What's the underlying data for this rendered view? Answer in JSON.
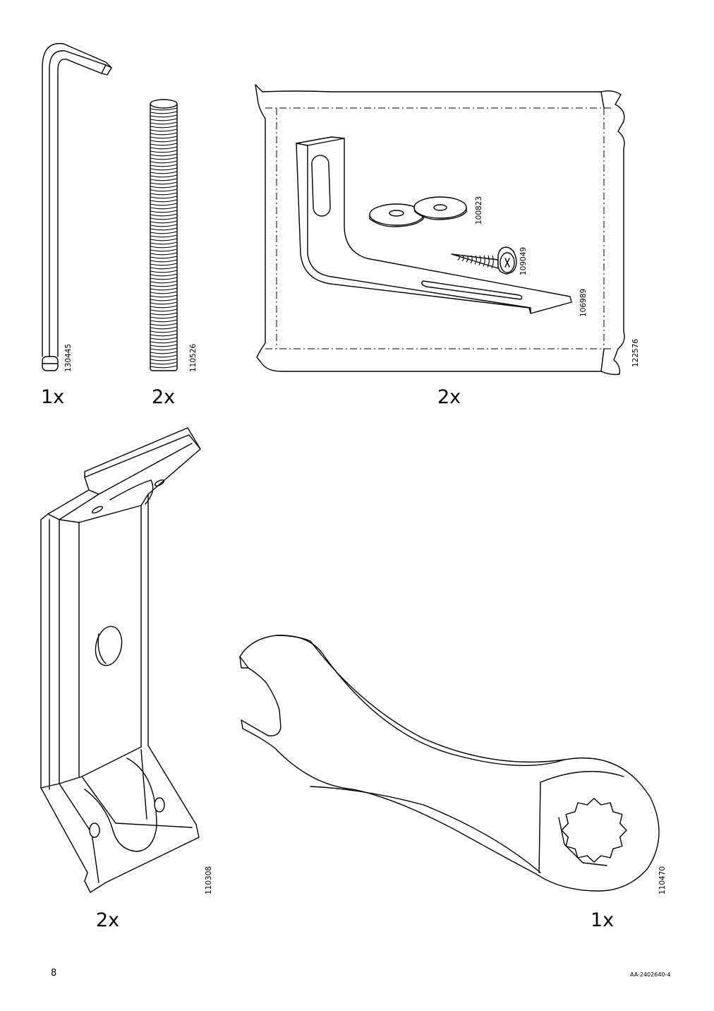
{
  "page": {
    "number": "8",
    "document_id": "AA-2402640-4"
  },
  "parts": [
    {
      "name": "allen-key",
      "code": "130445",
      "quantity": "1x",
      "icon": "allen-key-icon"
    },
    {
      "name": "threaded-rod",
      "code": "110526",
      "quantity": "2x",
      "icon": "threaded-rod-icon"
    },
    {
      "name": "hardware-bag",
      "code": "122576",
      "quantity": "2x",
      "icon": "bag-icon",
      "contents": [
        {
          "name": "washer",
          "code": "100823",
          "icon": "washer-icon"
        },
        {
          "name": "screw",
          "code": "109049",
          "icon": "screw-icon"
        },
        {
          "name": "angle-bracket",
          "code": "106989",
          "icon": "angle-bracket-icon"
        }
      ]
    },
    {
      "name": "mounting-bracket",
      "code": "110308",
      "quantity": "2x",
      "icon": "mounting-bracket-icon"
    },
    {
      "name": "wrench",
      "code": "110470",
      "quantity": "1x",
      "icon": "wrench-icon"
    }
  ]
}
